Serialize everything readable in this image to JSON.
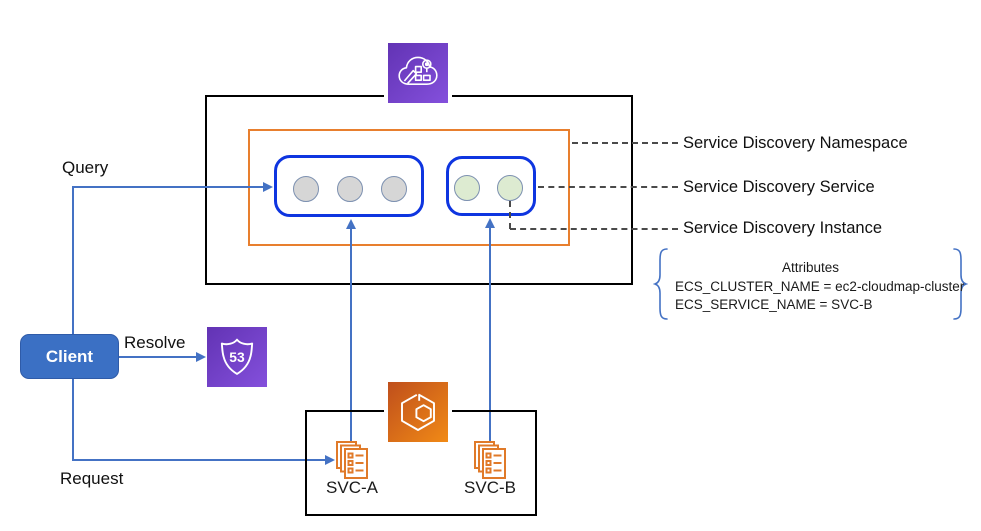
{
  "diagram": {
    "labels": {
      "query": "Query",
      "resolve": "Resolve",
      "request": "Request",
      "client": "Client"
    },
    "services": {
      "svc_a": "SVC-A",
      "svc_b": "SVC-B"
    },
    "callouts": {
      "namespace": "Service Discovery Namespace",
      "service": "Service Discovery Service",
      "instance": "Service Discovery Instance"
    },
    "attributes": {
      "title": "Attributes",
      "lines": [
        "ECS_CLUSTER_NAME = ec2-cloudmap-cluster",
        "ECS_SERVICE_NAME = SVC-B"
      ]
    },
    "icons": {
      "cloud_map": "aws-cloud-map",
      "route53": "amazon-route-53",
      "route53_text": "53",
      "ecs": "amazon-ecs",
      "task": "ecs-task-definition"
    },
    "colors": {
      "connector_blue": "#4472C4",
      "service_box_blue": "#0E35E0",
      "namespace_orange": "#E87F2E",
      "client_blue": "#3B70C4",
      "aws_purple": "#7138C8",
      "ecs_orange_dark": "#BF4F1C",
      "ecs_orange_light": "#F18A16",
      "task_orange": "#E07A29",
      "instance_gray": "#D6D6D6",
      "instance_green": "#DDEBD1"
    }
  }
}
